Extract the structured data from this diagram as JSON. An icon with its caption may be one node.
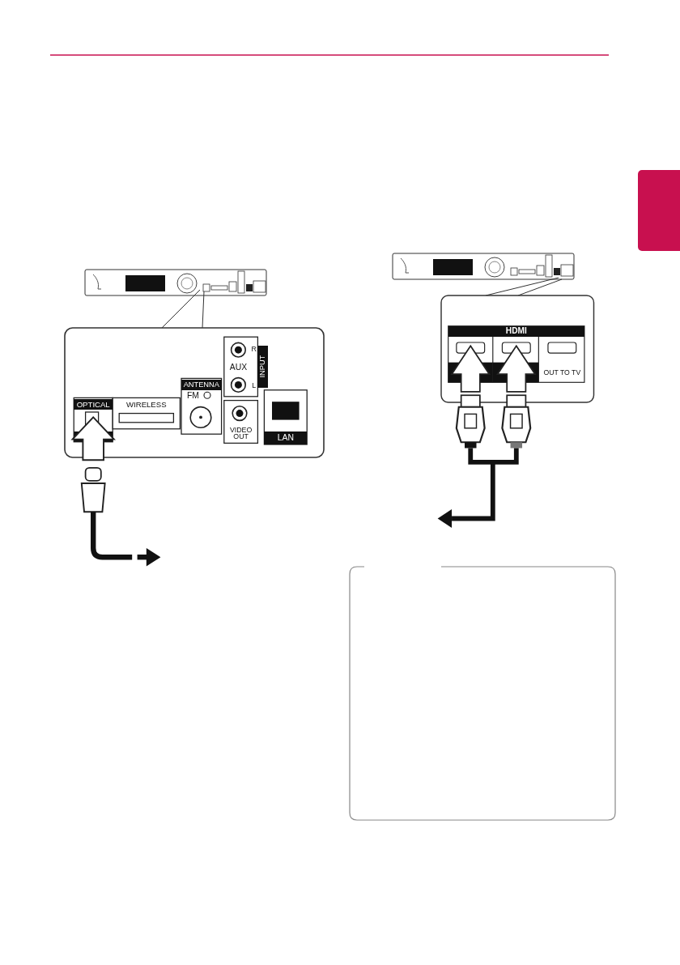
{
  "diagram": {
    "nodes": [
      {
        "text": [],
        "shape": "box"
      }
    ],
    "labels": [
      "OPTICAL",
      "WIRELESS",
      "ANTENNA",
      "FM",
      "AUX",
      "R",
      "L",
      "INPUT",
      "VIDEO OUT",
      "LAN",
      "HDMI",
      "OUT TO TV"
    ]
  }
}
